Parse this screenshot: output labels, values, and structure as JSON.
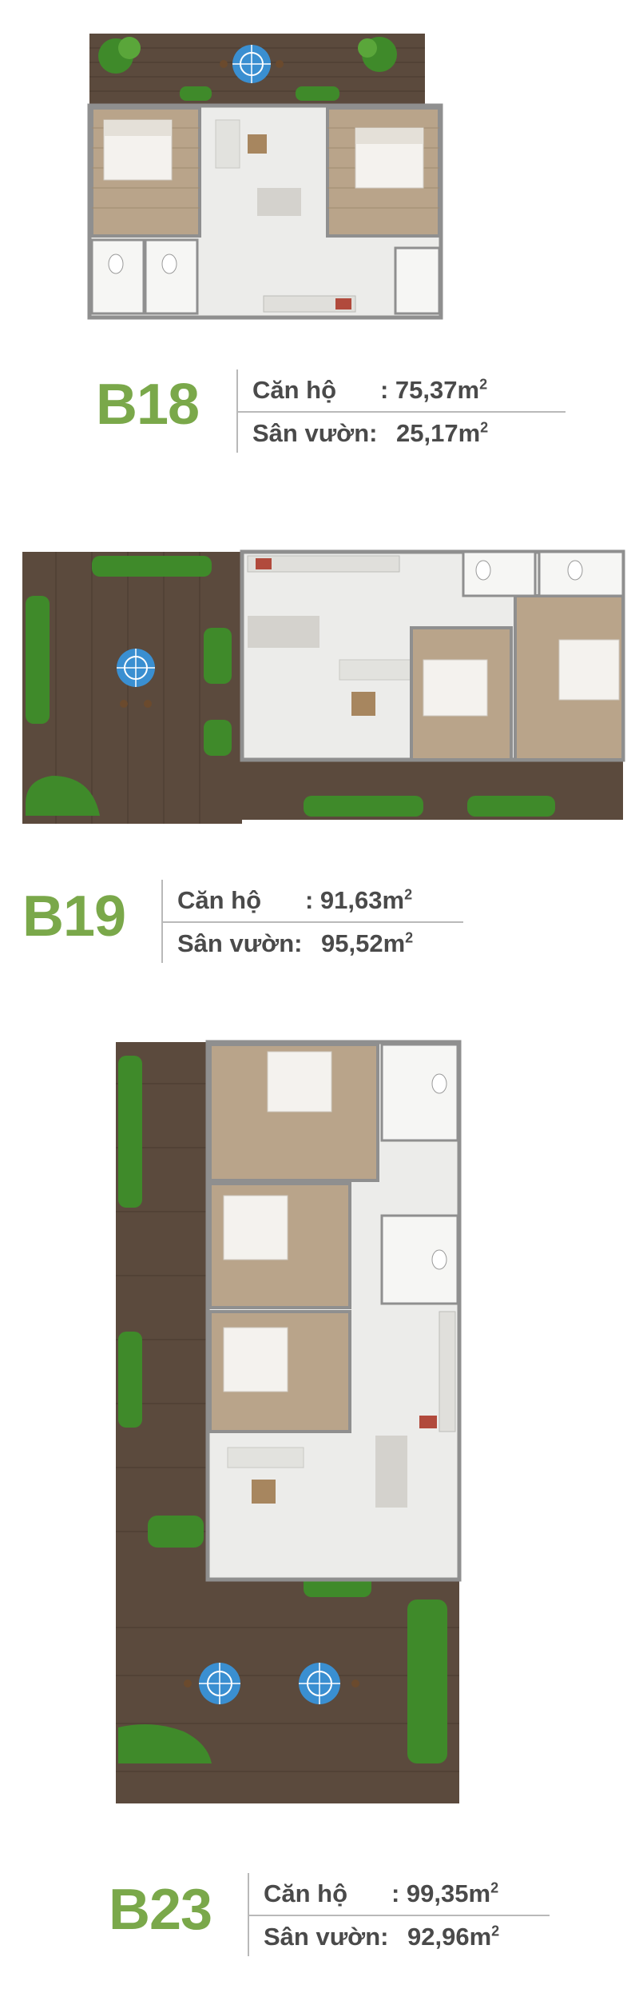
{
  "colors": {
    "brand_green": "#7aa84a",
    "text_gray": "#4a4a4a",
    "deck_brown": "#5b4a3d",
    "floor_light": "#ececea",
    "wood_floor": "#b9a48a",
    "plant_green": "#3f8a2a",
    "umbrella_blue": "#3a8fd1",
    "wall_gray": "#8f8f8f"
  },
  "units": [
    {
      "code": "B18",
      "apartment_label": "Căn hộ",
      "apartment_value": ": 75,37m",
      "garden_label": "Sân vườn:",
      "garden_value": "25,17m",
      "unit_sup": "2"
    },
    {
      "code": "B19",
      "apartment_label": "Căn hộ",
      "apartment_value": ": 91,63m",
      "garden_label": "Sân vườn:",
      "garden_value": "95,52m",
      "unit_sup": "2"
    },
    {
      "code": "B23",
      "apartment_label": "Căn hộ",
      "apartment_value": ": 99,35m",
      "garden_label": "Sân vườn:",
      "garden_value": "92,96m",
      "unit_sup": "2"
    }
  ]
}
